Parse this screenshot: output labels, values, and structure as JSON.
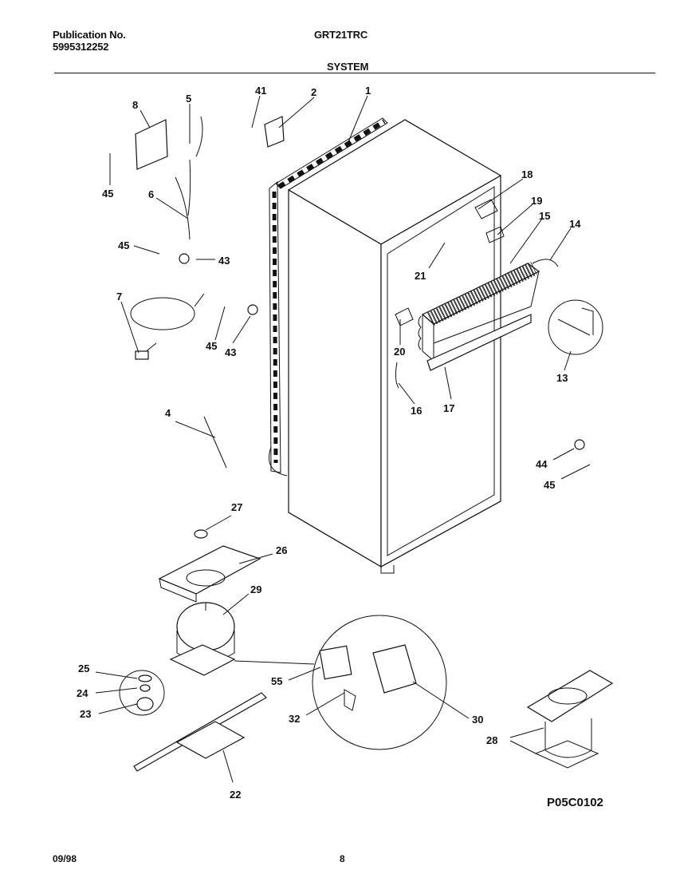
{
  "header": {
    "publication_label": "Publication No.",
    "publication_number": "5995312252",
    "model": "GRT21TRC",
    "section": "SYSTEM"
  },
  "callouts": [
    "1",
    "2",
    "4",
    "5",
    "6",
    "7",
    "8",
    "13",
    "14",
    "15",
    "16",
    "17",
    "18",
    "19",
    "20",
    "21",
    "22",
    "23",
    "24",
    "25",
    "26",
    "27",
    "28",
    "29",
    "30",
    "32",
    "41",
    "43",
    "43",
    "44",
    "45",
    "45",
    "45",
    "45",
    "55"
  ],
  "diagram_code": "P05C0102",
  "footer": {
    "date": "09/98",
    "page": "8"
  }
}
